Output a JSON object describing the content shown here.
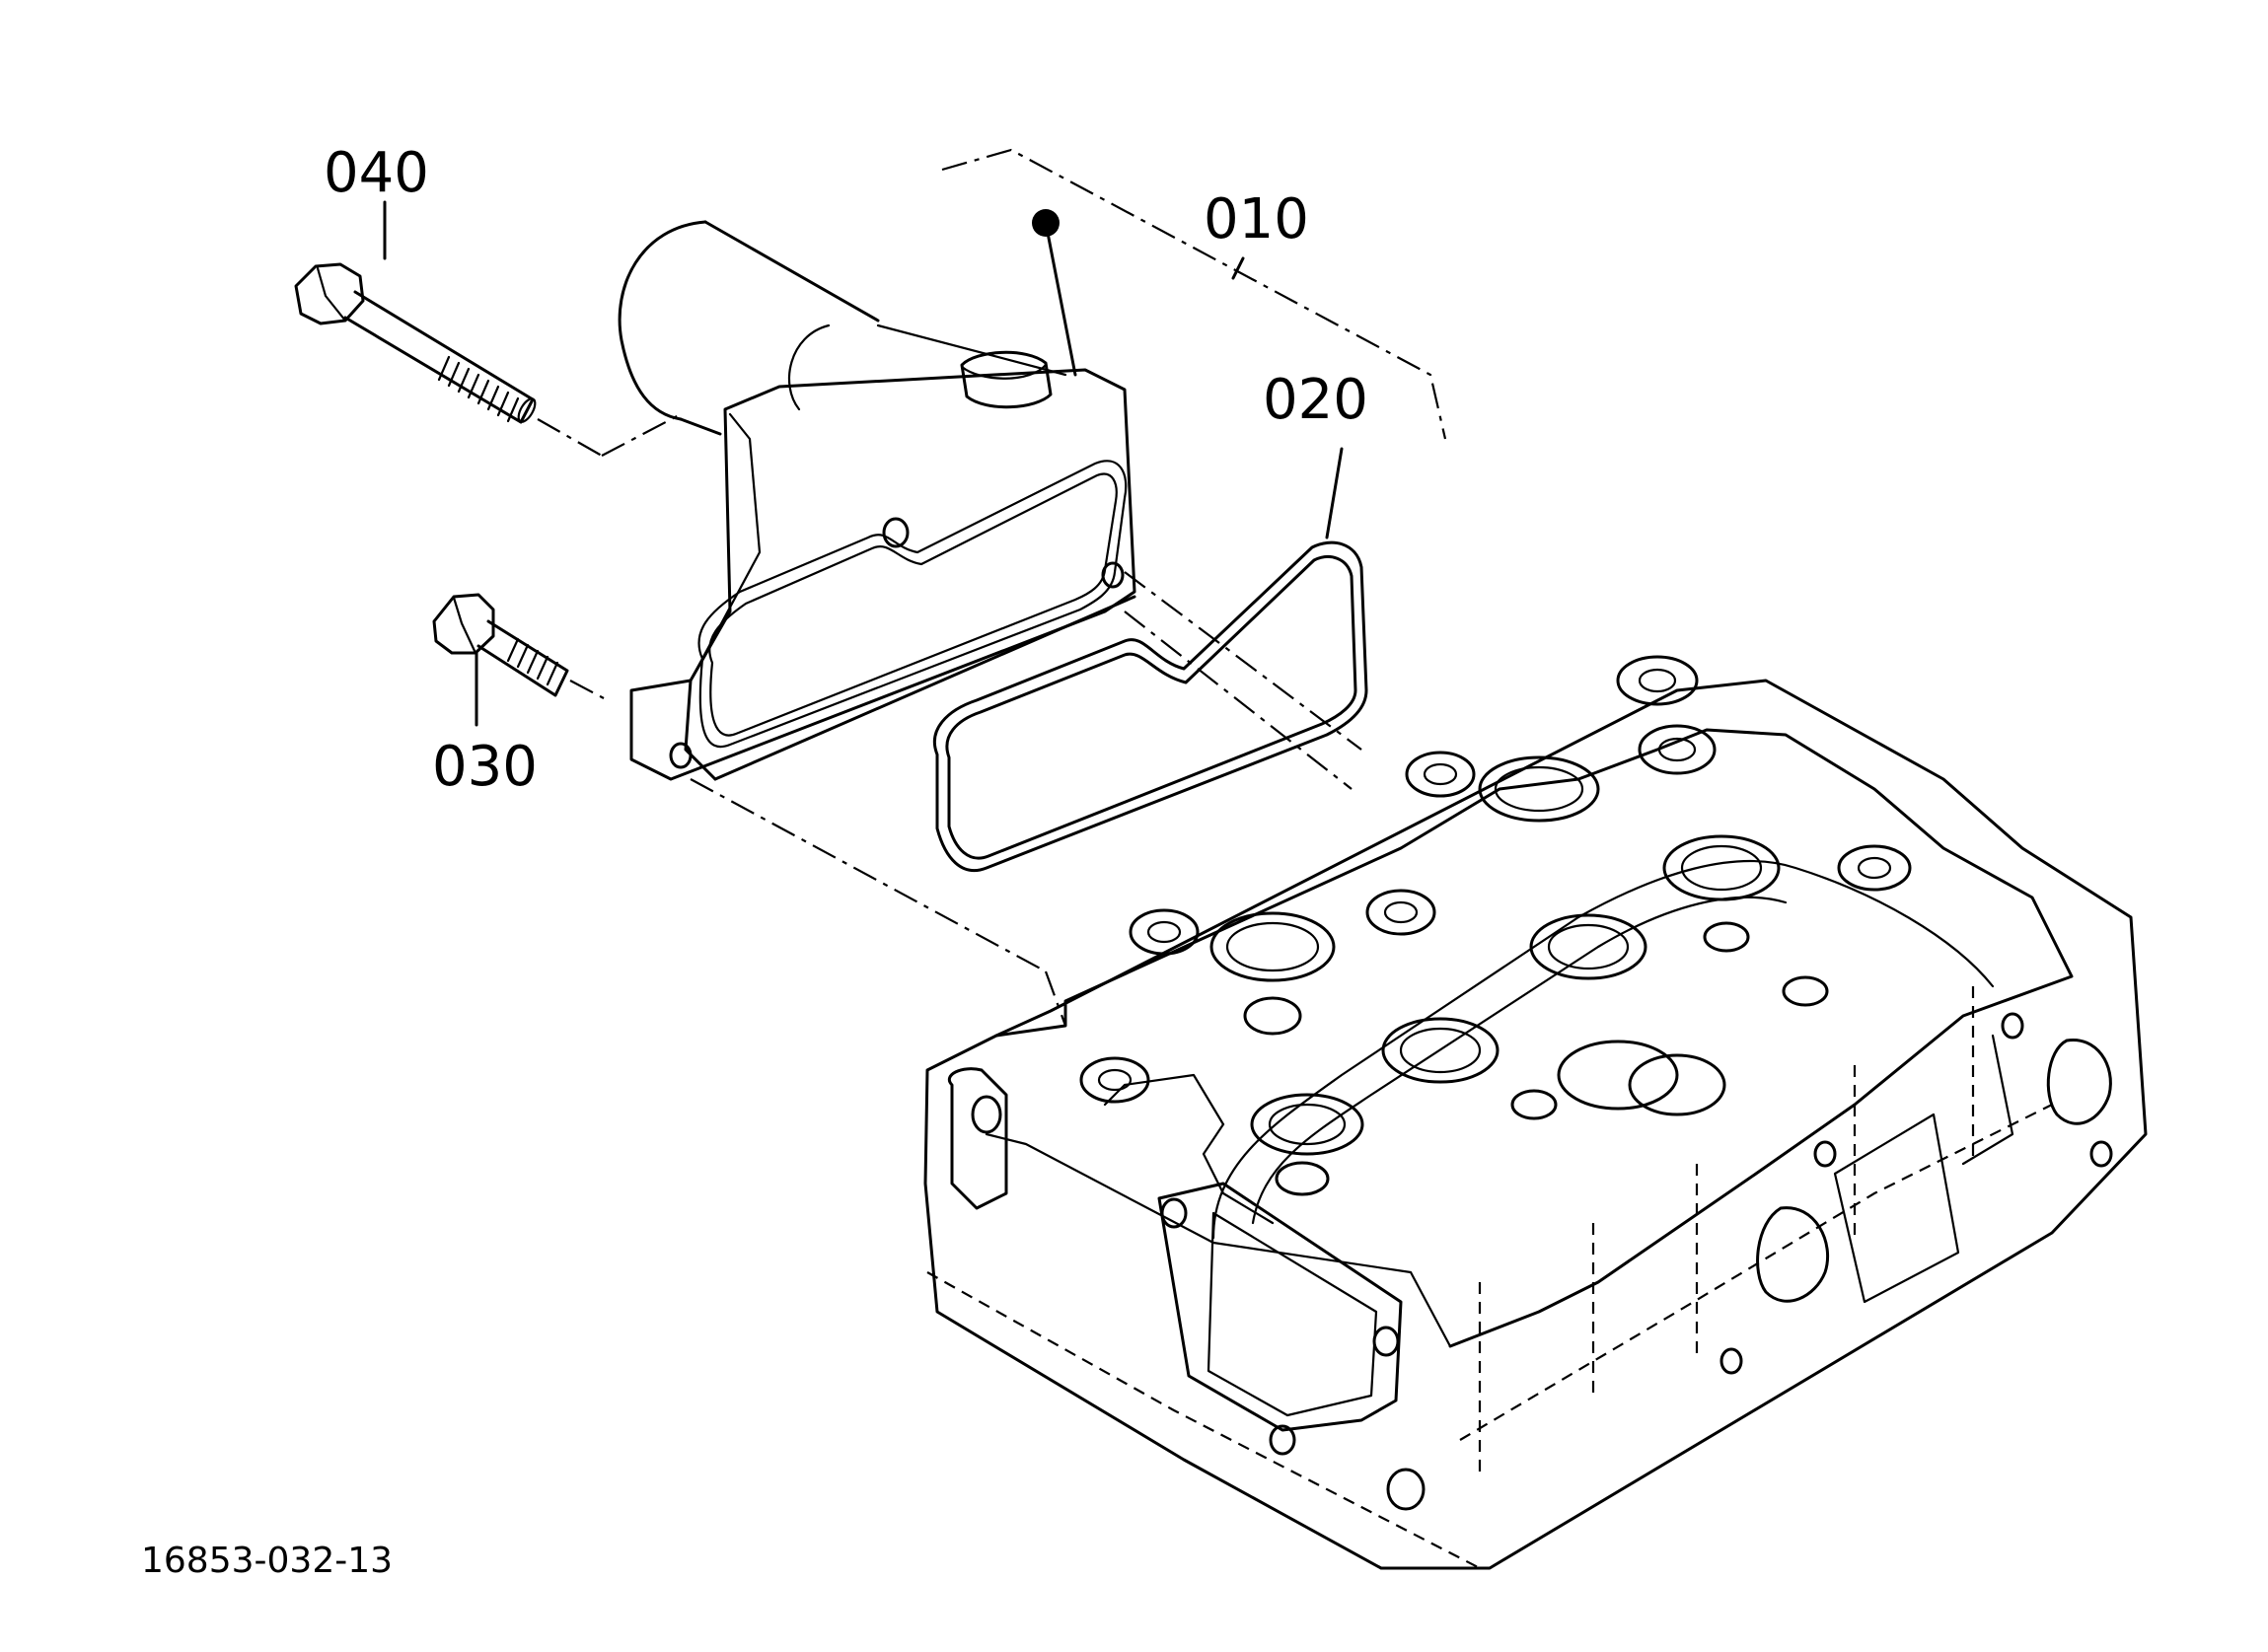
{
  "diagram": {
    "figure_id": "16853-032-13",
    "callouts": [
      {
        "id": "callout-040",
        "label": "040"
      },
      {
        "id": "callout-010",
        "label": "010"
      },
      {
        "id": "callout-020",
        "label": "020"
      },
      {
        "id": "callout-030",
        "label": "030"
      }
    ]
  }
}
